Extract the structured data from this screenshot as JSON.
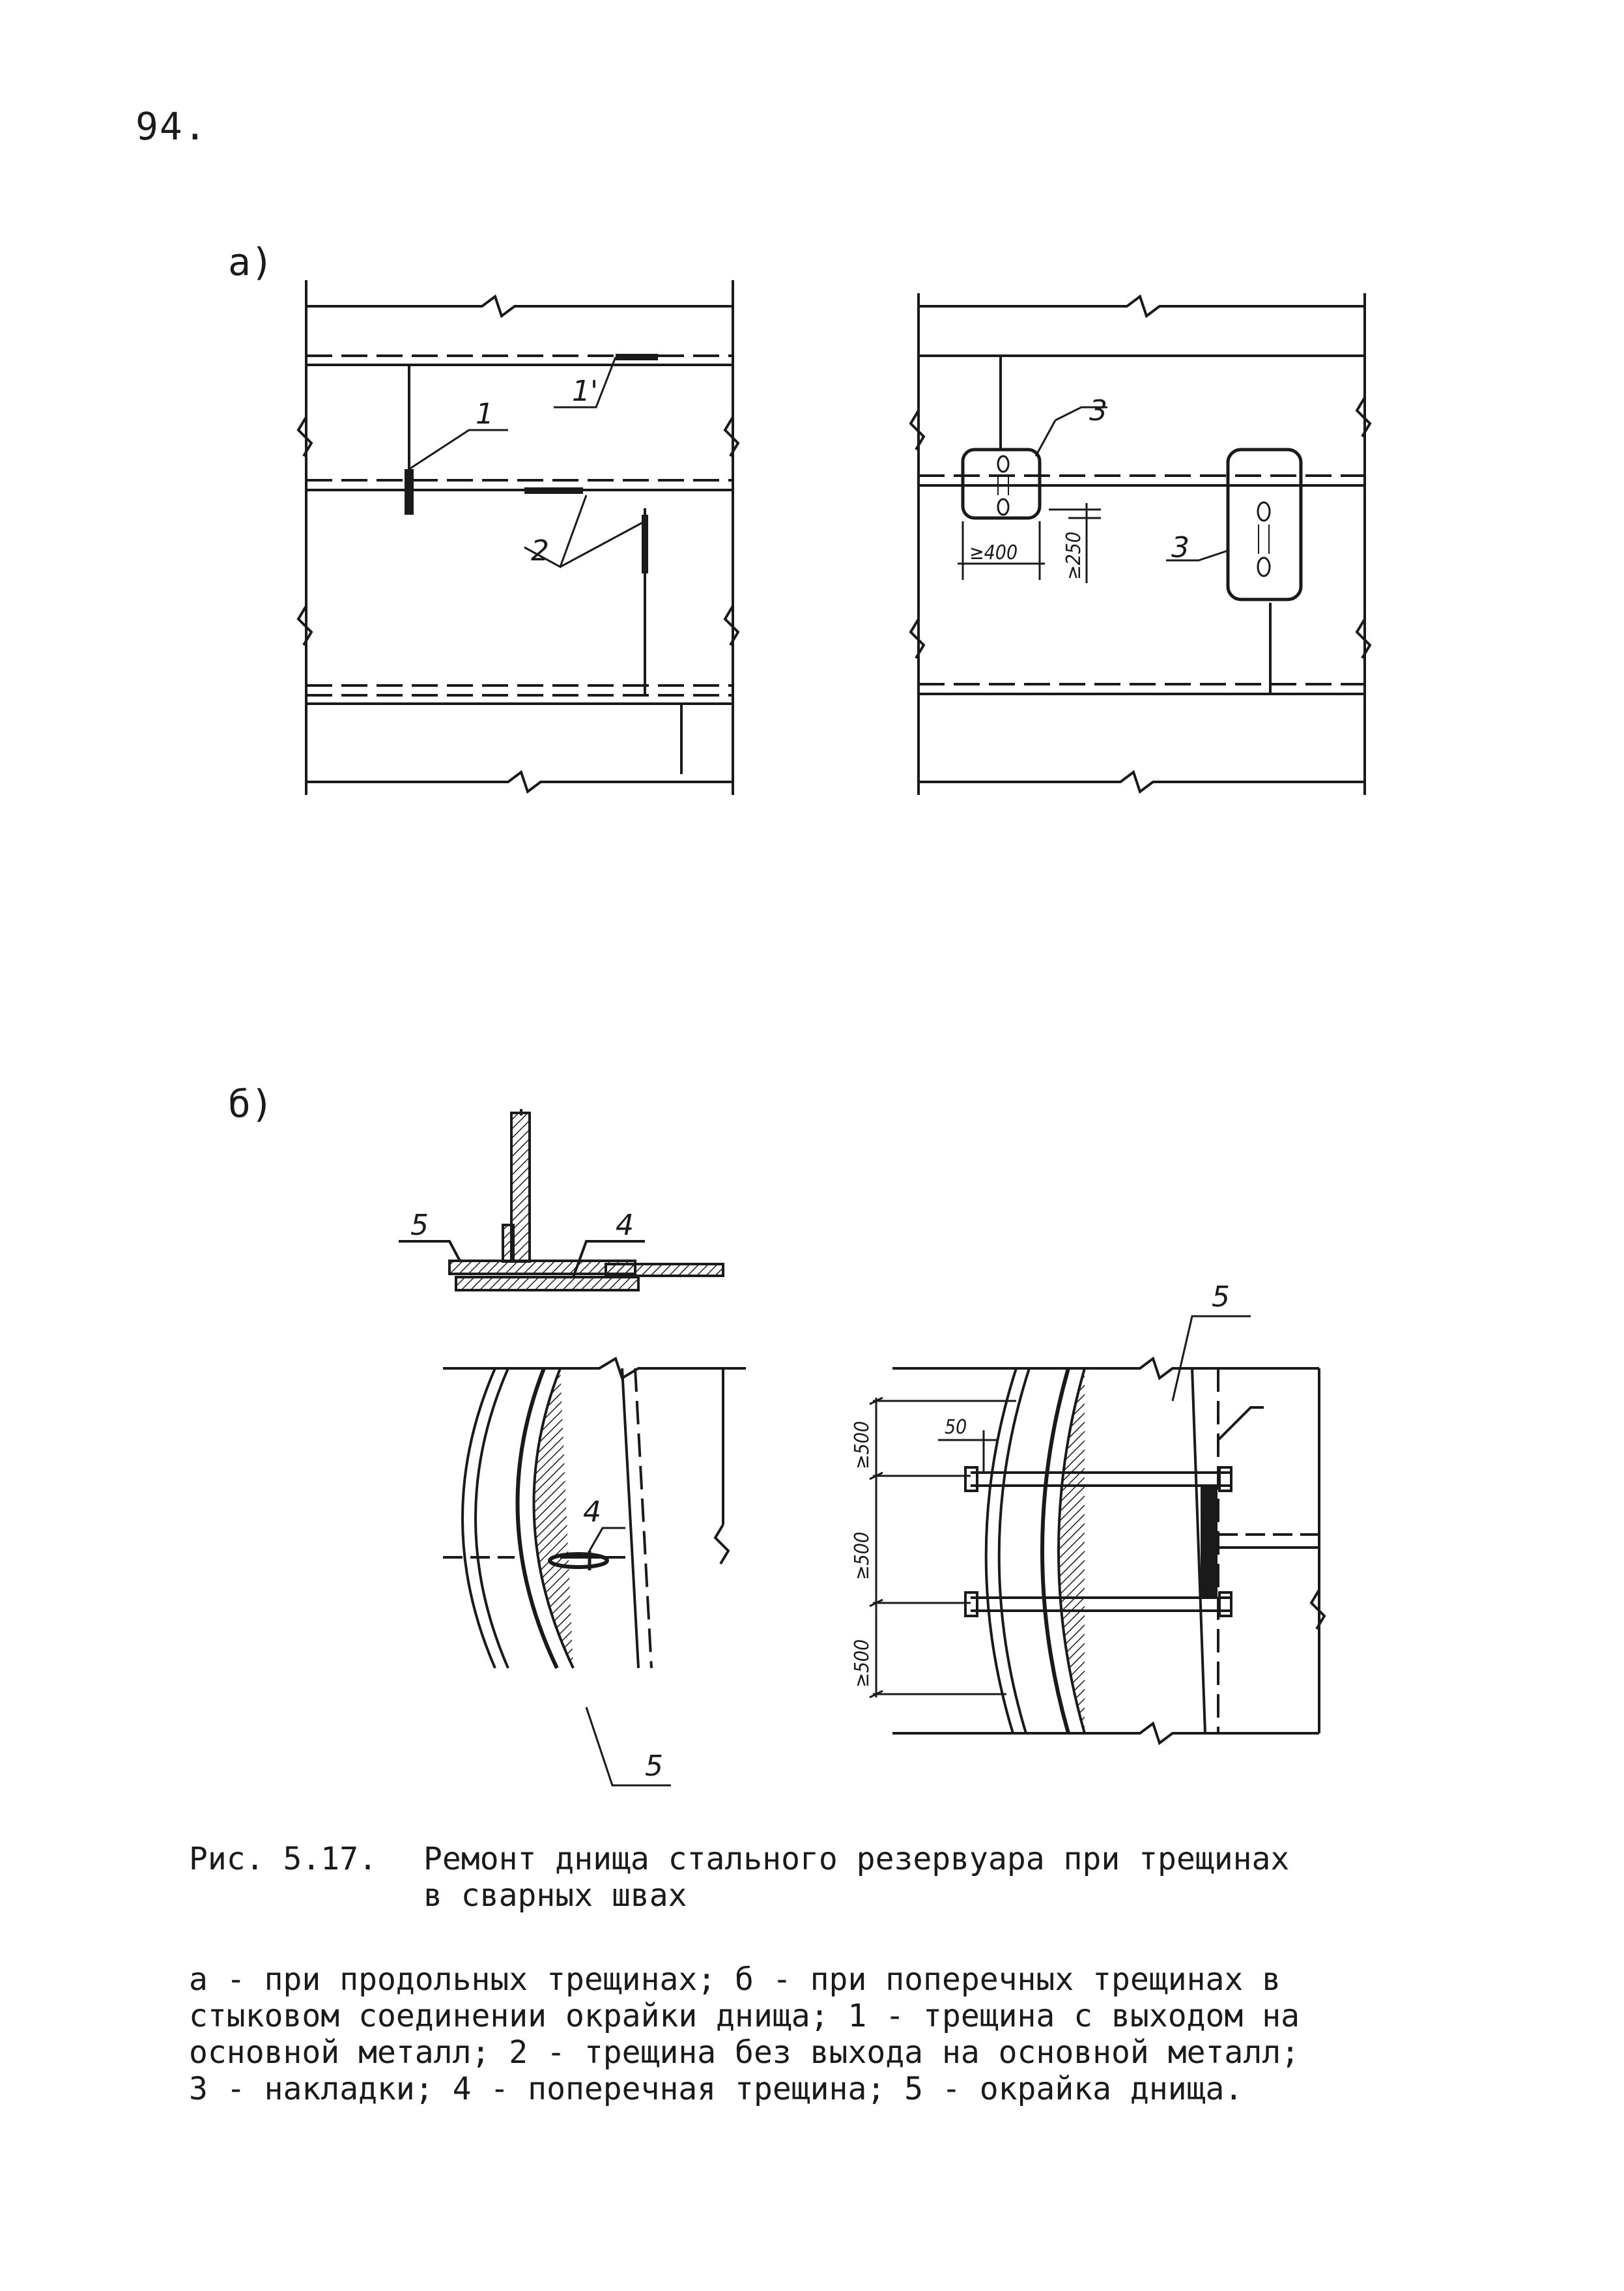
{
  "page": {
    "number": "94."
  },
  "panels": {
    "a": {
      "label": "а)"
    },
    "b": {
      "label": "б)"
    }
  },
  "callouts": {
    "crack_into_base_metal": "1",
    "crack_into_base_metal_alt": "1'",
    "crack_without_exit": "2",
    "patch": "3",
    "transverse_crack": "4",
    "bottom_edge": "5"
  },
  "dimensions": {
    "patch_width": "≥400",
    "patch_height": "≥250",
    "offset": "50",
    "segment_1": "≥500",
    "segment_2": "≥500",
    "segment_3": "≥500"
  },
  "caption": {
    "figure": "Рис. 5.17.",
    "title": "Ремонт днища стального резервуара при трещинах\nв сварных швах"
  },
  "legend": {
    "lines": [
      "а - при продольных трещинах; б - при поперечных трещинах в",
      "стыковом соединении окрайки днища; 1 - трещина с выходом на",
      "основной металл; 2 - трещина без выхода на основной металл;",
      "3 - накладки; 4 - поперечная трещина; 5 - окрайка днища."
    ]
  }
}
